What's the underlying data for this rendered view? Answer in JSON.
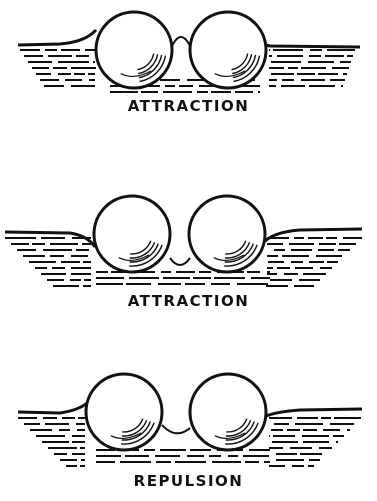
{
  "figure": {
    "panels": [
      {
        "caption": "ATTRACTION"
      },
      {
        "caption": "ATTRACTION"
      },
      {
        "caption": "REPULSION"
      }
    ]
  },
  "colors": {
    "ink": "#111111",
    "background": "#ffffff"
  }
}
